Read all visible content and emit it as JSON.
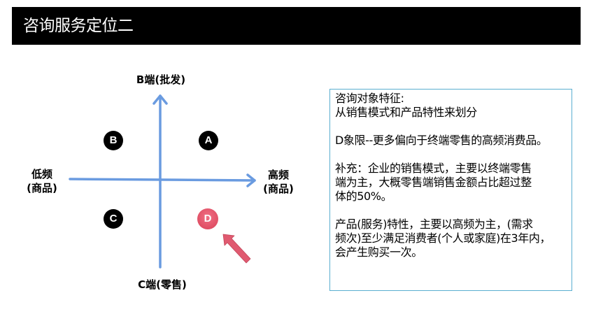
{
  "header": {
    "title": "咨询服务定位二",
    "background": "#000000",
    "text_color": "#ffffff"
  },
  "diagram": {
    "axis_color": "#6a9be0",
    "axes": {
      "top": "B端(批发)",
      "bottom": "C端(零售)",
      "left_line1": "低频",
      "left_line2": "(商品)",
      "right_line1": "高频",
      "right_line2": "(商品)"
    },
    "quadrants": [
      {
        "label": "A",
        "position": "top-right",
        "color": "#000000"
      },
      {
        "label": "B",
        "position": "top-left",
        "color": "#000000"
      },
      {
        "label": "C",
        "position": "bottom-left",
        "color": "#000000"
      },
      {
        "label": "D",
        "position": "bottom-right",
        "color": "#e04f65",
        "highlighted": true
      }
    ],
    "pointer_arrow_color": "#e05a70"
  },
  "textbox": {
    "border_color": "#5aaed0",
    "paragraphs": [
      {
        "lines": [
          "咨询对象特征:",
          "从销售模式和产品特性来划分"
        ]
      },
      {
        "lines": [
          "D象限--更多偏向于终端零售的高频消费品。"
        ]
      },
      {
        "lines": [
          "补充：企业的销售模式，主要以终端零售",
          "端为主，大概零售端销售金额占比超过整",
          "体的50%。"
        ]
      },
      {
        "lines": [
          "产品(服务)特性，主要以高频为主，(需求",
          "频次)至少满足消费者(个人或家庭)在3年内，",
          "会产生购买一次。"
        ]
      }
    ]
  }
}
